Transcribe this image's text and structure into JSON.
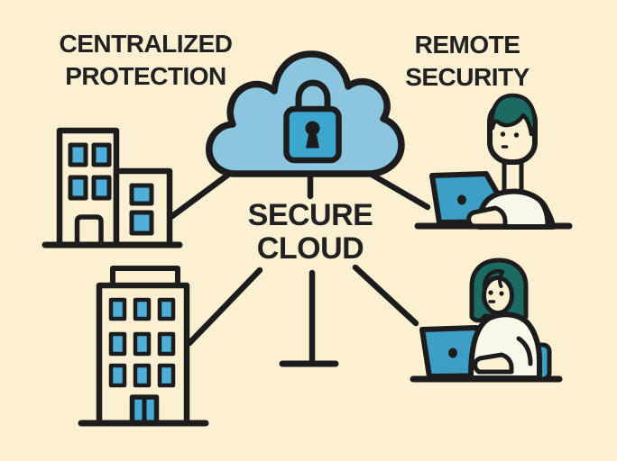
{
  "colors": {
    "background": "#FBF0D2",
    "outline": "#1C1C1C",
    "text": "#212121",
    "cloud": "#8CC6DE",
    "lock": "#3CA6CE",
    "window": "#4FAFD8",
    "laptop": "#3E9FC6",
    "hair": "#1C6B63",
    "shirt": "#FCF8EC",
    "skin": "#FBF0D2",
    "chair": "#3E9FC6",
    "door": "#45ACD6"
  },
  "labels": {
    "centralized": {
      "lines": [
        "CENTRALIZED",
        "PROTECTION"
      ]
    },
    "remote": {
      "lines": [
        "REMOTE",
        "SECURITY"
      ]
    },
    "secure": {
      "lines": [
        "SECURE",
        "CLOUD"
      ]
    }
  }
}
